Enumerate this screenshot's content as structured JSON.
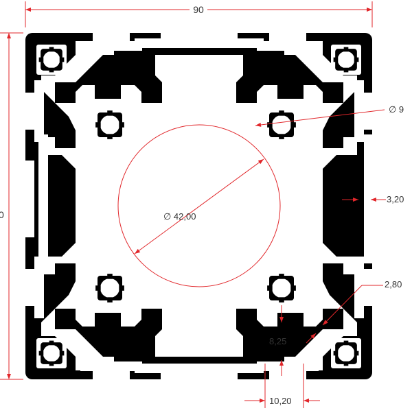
{
  "drawing": {
    "colors": {
      "profile": "#000000",
      "dimension": "#e1262a",
      "dimension_text": "#333333",
      "background": "#ffffff"
    },
    "dimensions": {
      "overall_width": "90",
      "overall_height_fragment": "0",
      "slot_hole_diameter": "∅ 9",
      "center_bore_diameter": "∅ 42,00",
      "wall_thickness": "3,20",
      "web_thickness": "2,80",
      "slot_depth": "8,25",
      "slot_opening": "10,20"
    }
  }
}
